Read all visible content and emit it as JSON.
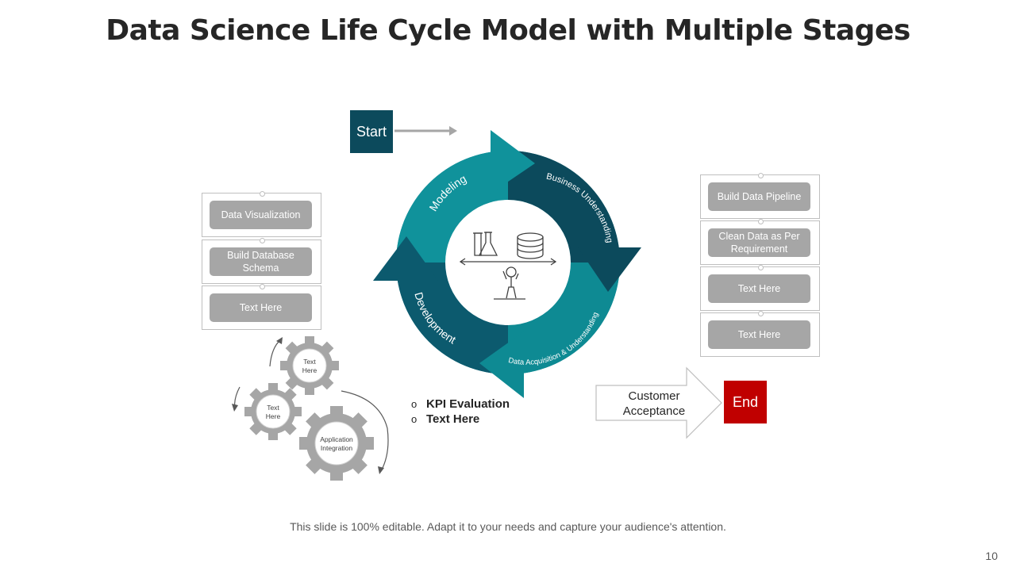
{
  "title": "Data Science Life Cycle Model with Multiple Stages",
  "start_label": "Start",
  "end_label": "End",
  "cycle": {
    "stages": [
      "Modeling",
      "Business Understanding",
      "Data Acquisition & Understanding",
      "Development"
    ]
  },
  "left_panel": {
    "items": [
      "Data Visualization",
      "Build Database Schema",
      "Text Here"
    ]
  },
  "right_panel": {
    "items": [
      "Build Data Pipeline",
      "Clean Data as Per Requirement",
      "Text Here",
      "Text Here"
    ]
  },
  "gears": {
    "top": "Text Here",
    "left": "Text Here",
    "big": "Application Integration"
  },
  "bullets": [
    "KPI Evaluation",
    "Text Here"
  ],
  "customer_acceptance": "Customer Acceptance",
  "footer": "This slide is 100% editable. Adapt it to your needs and capture your audience's attention.",
  "page_number": "10",
  "colors": {
    "dark_teal": "#0c4a5c",
    "teal": "#0e8a93",
    "end_red": "#c00000",
    "gray": "#a6a6a6"
  }
}
